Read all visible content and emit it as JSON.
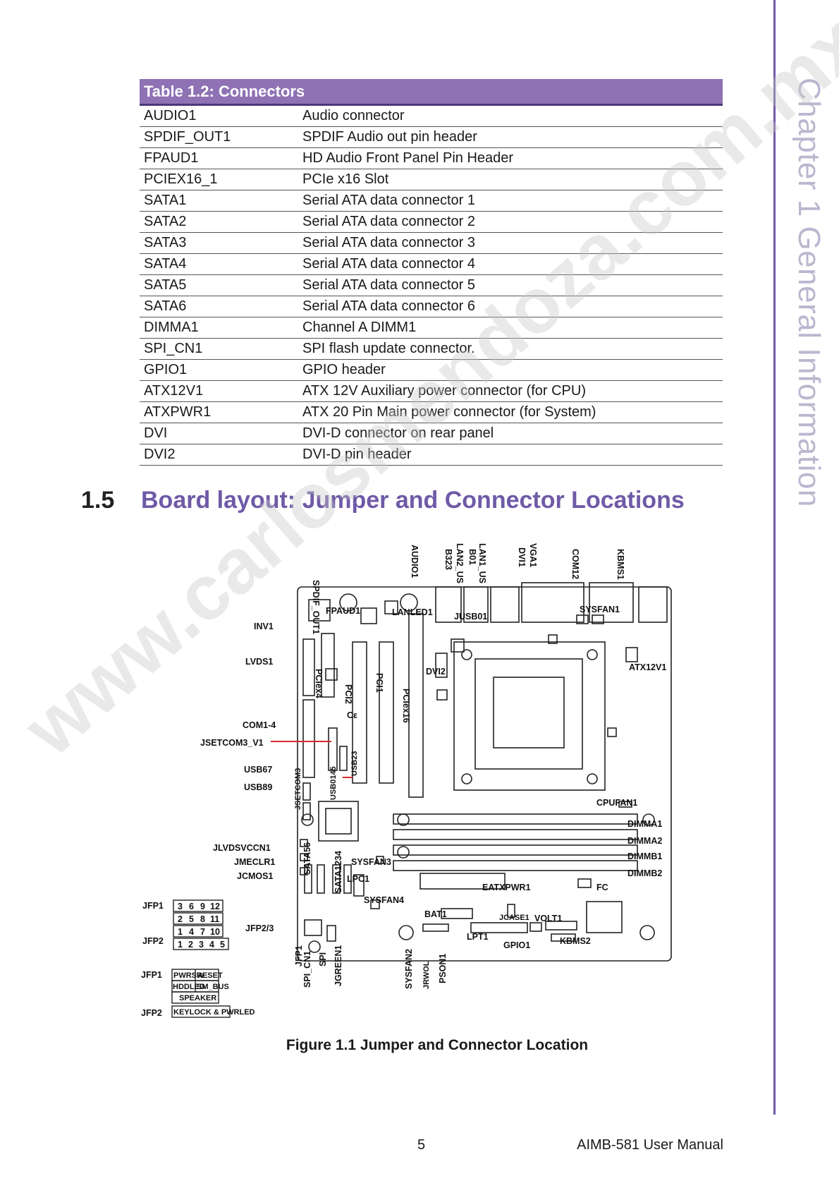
{
  "chapter_tab": "Chapter 1   General Information",
  "watermark": "www.carlosmendoza.com.mx",
  "table": {
    "title": "Table 1.2: Connectors",
    "rows": [
      [
        "AUDIO1",
        "Audio connector"
      ],
      [
        "SPDIF_OUT1",
        "SPDIF Audio out pin header"
      ],
      [
        "FPAUD1",
        "HD Audio Front Panel Pin Header"
      ],
      [
        "PCIEX16_1",
        "PCIe x16 Slot"
      ],
      [
        "SATA1",
        "Serial ATA data connector 1"
      ],
      [
        "SATA2",
        "Serial ATA data connector 2"
      ],
      [
        "SATA3",
        "Serial ATA data connector 3"
      ],
      [
        "SATA4",
        "Serial ATA data connector 4"
      ],
      [
        "SATA5",
        "Serial ATA data connector 5"
      ],
      [
        "SATA6",
        "Serial ATA data connector 6"
      ],
      [
        "DIMMA1",
        "Channel A DIMM1"
      ],
      [
        "SPI_CN1",
        "SPI flash update connector."
      ],
      [
        "GPIO1",
        "GPIO header"
      ],
      [
        "ATX12V1",
        "ATX 12V Auxiliary power connector (for CPU)"
      ],
      [
        "ATXPWR1",
        "ATX 20 Pin Main power connector (for System)"
      ],
      [
        "DVI",
        "DVI-D connector on rear panel"
      ],
      [
        "DVI2",
        "DVI-D pin header"
      ]
    ]
  },
  "section": {
    "number": "1.5",
    "title": "Board layout: Jumper and Connector Locations"
  },
  "diagram": {
    "left_labels": {
      "inv1": "INV1",
      "lvds1": "LVDS1",
      "com14": "COM1-4",
      "jsetcom3": "JSETCOM3_V1",
      "usb67": "USB67",
      "usb89": "USB89",
      "jlvds": "JLVDSVCCN1",
      "jmeclr": "JMECLR1",
      "jcmos": "JCMOS1",
      "jfp23": "JFP2/3"
    },
    "top_labels": {
      "spdif": "SPDIF_OUT1",
      "audio": "AUDIO1",
      "lan2": "LAN2_US",
      "b323": "B323",
      "lan1": "LAN1_US",
      "b01": "B01",
      "vga1": "VGA1",
      "dvi1": "DVI1",
      "com12": "COM12",
      "kbms1": "KBMS1"
    },
    "inner_labels": {
      "fpaud": "FPAUD1",
      "lanled": "LANLED1",
      "jusb01": "JUSB01",
      "sysfan1": "SYSFAN1",
      "atx12v": "ATX12V1",
      "dvi2": "DVI2",
      "pciex4": "PCIex4",
      "pci2": "PCI2",
      "ce": "Cε",
      "pci1": "PCI1",
      "pciex16": "PCIex16",
      "jsetcom3v": "JSETCOM3",
      "usb0145": "USB0145",
      "usb23": "USB23",
      "cpufan": "CPUFAN1",
      "dimma1": "DIMMA1",
      "dimma2": "DIMMA2",
      "dimmb1": "DIMMB1",
      "dimmb2": "DIMMB2",
      "sata56": "SATA56",
      "sata1234": "SATA1234",
      "sysfan3": "SYSFAN3",
      "lpc1": "LPC1",
      "sysfan4": "SYSFAN4",
      "eatxpwr": "EATXPWR1",
      "fc": "FC",
      "bat1": "BAT1",
      "jcase": "JCASE1",
      "volt1": "VOLT1",
      "lpt1": "LPT1",
      "gpio1": "GPIO1",
      "kbms2": "KBMS2",
      "jfp1": "JFP1",
      "spicn": "SPI_CN1",
      "spi": "SPI",
      "jgreen": "JGREEN1",
      "sysfan2": "SYSFAN2",
      "jrwol": "JRWOL",
      "pson": "PSON1"
    },
    "jfp_pins": {
      "jfp1_label": "JFP1",
      "jfp2_label": "JFP2",
      "row1": [
        "3",
        "6",
        "9",
        "12"
      ],
      "row2": [
        "2",
        "5",
        "8",
        "11"
      ],
      "row3": [
        "1",
        "4",
        "7",
        "10"
      ],
      "row4": [
        "1",
        "2",
        "3",
        "4",
        "5"
      ]
    },
    "jfp_func": {
      "jfp1_label": "JFP1",
      "jfp2_label": "JFP2",
      "pwrsw": "PWRSW",
      "reset": "RESET",
      "hddled": "HDDLED",
      "smbus": "SM_BUS",
      "speaker": "SPEAKER",
      "keylock": "KEYLOCK & PWRLED"
    }
  },
  "caption": "Figure 1.1 Jumper and Connector Location",
  "footer": {
    "page": "5",
    "manual": "AIMB-581 User Manual"
  },
  "colors": {
    "accent": "#6f5aa7",
    "header_bg": "#8e72b4"
  }
}
